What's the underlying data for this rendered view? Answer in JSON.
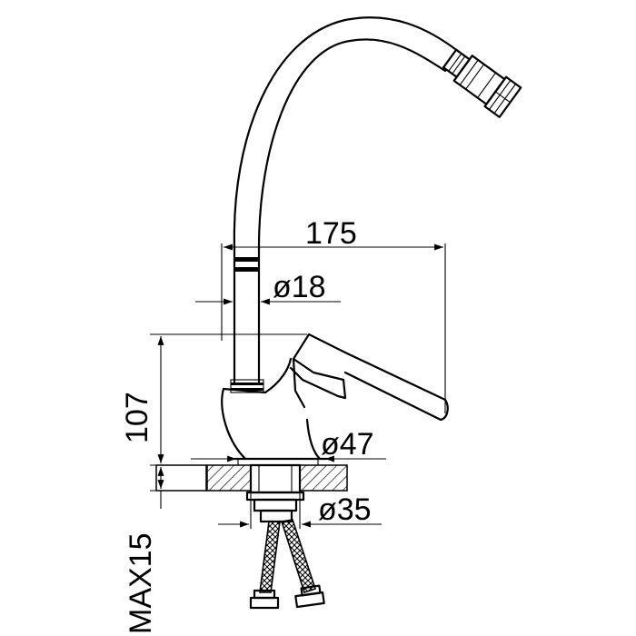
{
  "dimensions": {
    "spout_reach": "175",
    "spout_diameter": "ø18",
    "height": "107",
    "base_diameter": "ø47",
    "shank_diameter": "ø35",
    "max_counter_thickness": "MAX15"
  }
}
